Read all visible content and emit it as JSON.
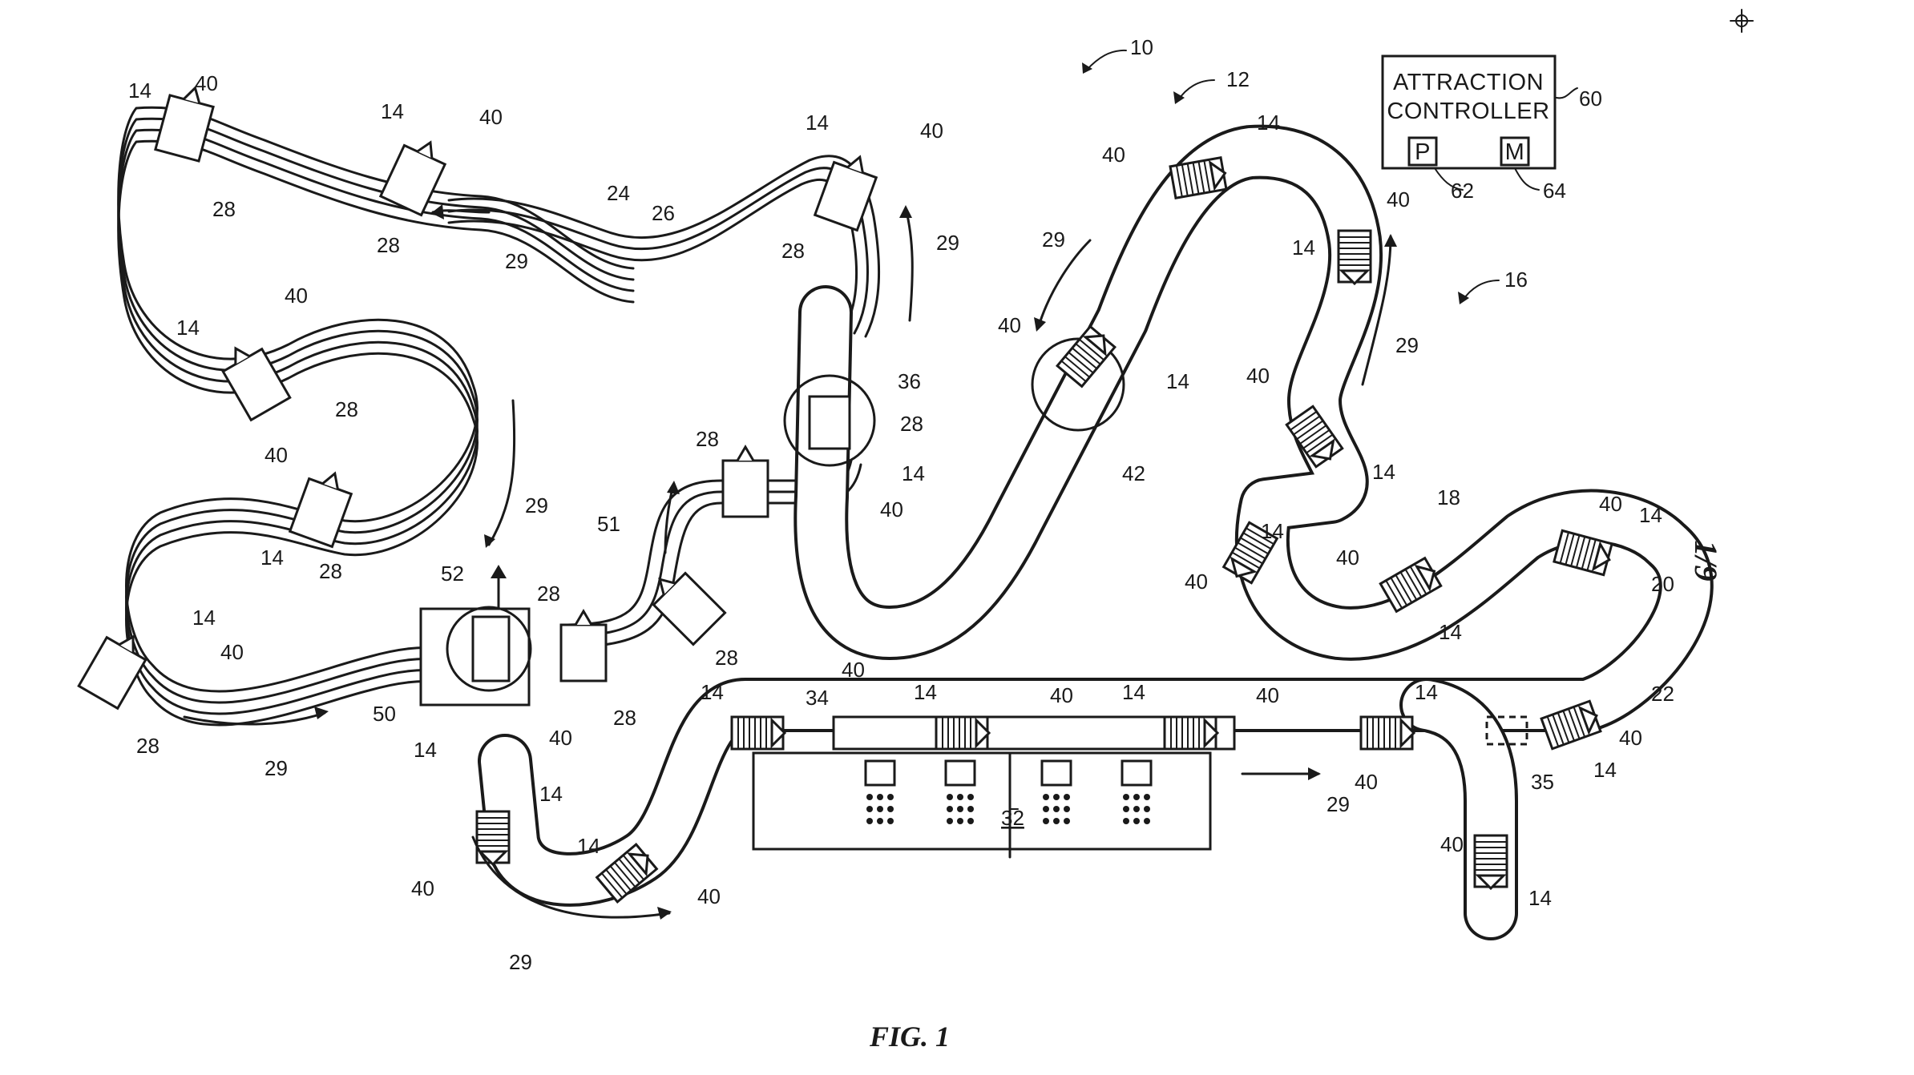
{
  "figure_caption": "FIG. 1",
  "page_number": "1/9",
  "controller": {
    "line1": "ATTRACTION",
    "line2": "CONTROLLER",
    "key_p": "P",
    "key_m": "M"
  },
  "ref": {
    "r10": "10",
    "r12": "12",
    "r14": "14",
    "r16": "16",
    "r18": "18",
    "r20": "20",
    "r22": "22",
    "r24": "24",
    "r26": "26",
    "r28": "28",
    "r29": "29",
    "r32": "32",
    "r34": "34",
    "r35": "35",
    "r36": "36",
    "r40": "40",
    "r42": "42",
    "r50": "50",
    "r51": "51",
    "r52": "52",
    "r60": "60",
    "r62": "62",
    "r64": "64"
  }
}
